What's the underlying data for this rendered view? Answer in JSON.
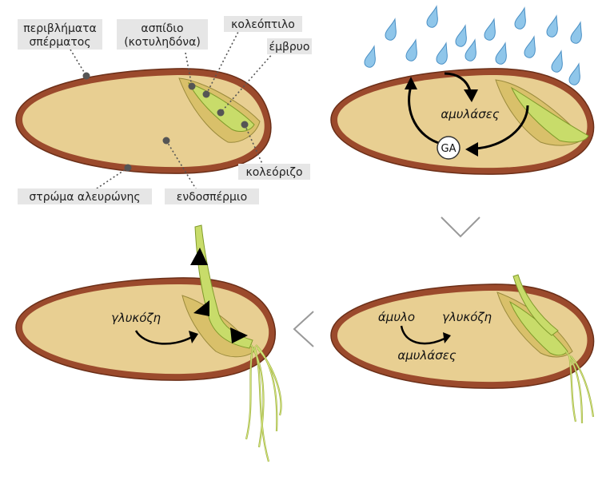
{
  "labels": {
    "seed_coat_line1": "περιβλήματα",
    "seed_coat_line2": "σπέρματος",
    "scutellum_line1": "ασπίδιο",
    "scutellum_line2": "(κοτυληδόνα)",
    "coleoptile": "κολεόπτιλο",
    "embryo": "έμβρυο",
    "coleorhiza": "κολεόριζο",
    "aleurone": "στρώμα αλευρώνης",
    "endosperm": "ενδοσπέρμιο"
  },
  "panel2": {
    "enzymes": "αμυλάσες",
    "hormone": "GA"
  },
  "panel3": {
    "substrate": "άμυλο",
    "product": "γλυκόζη",
    "enzymes": "αμυλάσες"
  },
  "panel4": {
    "product": "γλυκόζη"
  },
  "colors": {
    "seed_coat": "#9b4a2c",
    "endosperm": "#e8cf92",
    "scutellum": "#d9c06a",
    "embryo": "#c8dc6a",
    "label_bg": "#e6e6e6",
    "water": "#8fc6ea",
    "arrow_grey": "#999999"
  }
}
